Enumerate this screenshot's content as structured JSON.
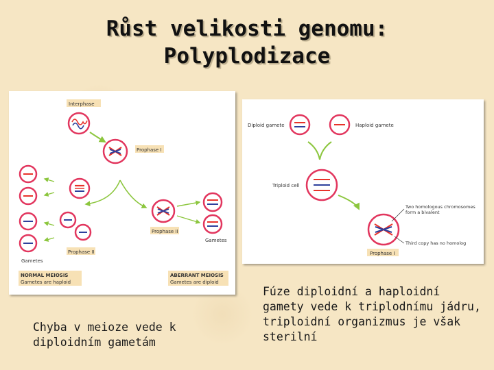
{
  "slide": {
    "title_line1": "Růst velikosti genomu:",
    "title_line2": "Polyplodizace"
  },
  "left_figure": {
    "interphase": "Interphase",
    "prophase1": "Prophase I",
    "prophase2_right": "Prophase II",
    "prophase2_left": "Prophase II",
    "gametes_left": "Gametes",
    "gametes_right": "Gametes",
    "normal_title": "NORMAL MEIOSIS",
    "normal_sub": "Gametes are haploid",
    "aberrant_title": "ABERRANT MEIOSIS",
    "aberrant_sub": "Gametes are diploid"
  },
  "right_figure": {
    "diploid_gamete": "Diploid gamete",
    "haploid_gamete": "Haploid gamete",
    "triploid_cell": "Triploid cell",
    "bivalent_line1": "Two homologous chromosomes",
    "bivalent_line2": "form a bivalent",
    "third_copy": "Third copy has no homolog",
    "prophase1": "Prophase I"
  },
  "captions": {
    "left": "Chyba v meioze vede k diploidním gametám",
    "right": "Fúze diploidní a haploidní gamety vede k triplodnímu jádru, triploidní organizmus je však sterilní"
  },
  "colors": {
    "cell_outline": "#e2365e",
    "chromosome_red": "#e8322a",
    "chromosome_blue": "#2d3f9c",
    "arrow_green": "#8cc63e",
    "label_box": "#f7e1b5"
  }
}
